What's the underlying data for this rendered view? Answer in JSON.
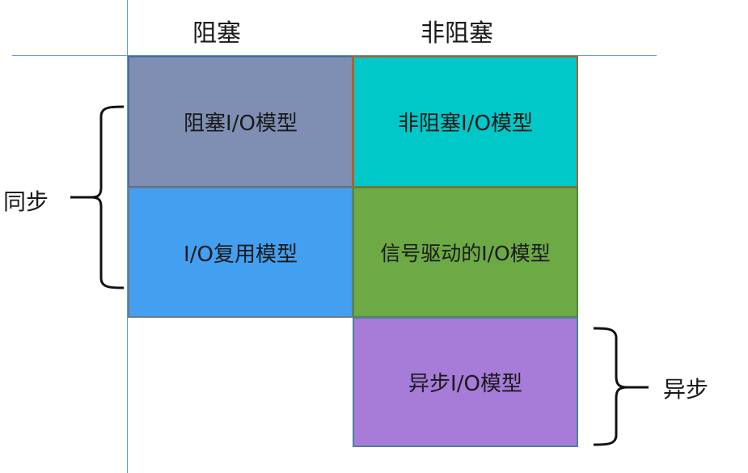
{
  "columns": {
    "blocking": "阻塞",
    "non_blocking": "非阻塞"
  },
  "rows": {
    "synchronous": "同步",
    "asynchronous": "异步"
  },
  "cells": {
    "blocking_io": {
      "label": "阻塞I/O模型",
      "color": "#7f8fb3",
      "border": "#4f6e9a"
    },
    "non_blocking_io": {
      "label": "非阻塞I/O模型",
      "color": "#00c8c8",
      "border": "#b05f2a"
    },
    "io_multiplexing": {
      "label": "I/O复用模型",
      "color": "#439ff0",
      "border": "#6d7a85"
    },
    "signal_driven_io": {
      "label": "信号驱动的I/O模型",
      "color": "#6daa45",
      "border": "#4e8a3c"
    },
    "async_io": {
      "label": "异步I/O模型",
      "color": "#a77bd8",
      "border": "#4f7eaa"
    }
  },
  "axis_color": "#5b9bd5"
}
